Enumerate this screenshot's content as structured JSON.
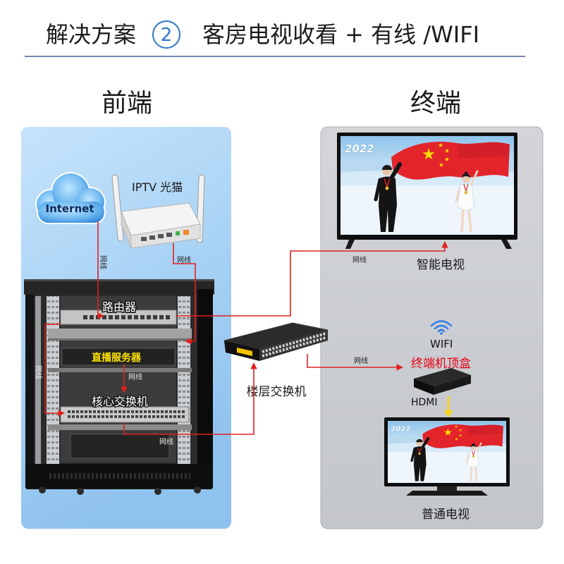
{
  "title": {
    "prefix": "解决方案",
    "number": "2",
    "suffix": "客房电视收看 + 有线 /WIFI"
  },
  "sections": {
    "front": "前端",
    "terminal": "终端"
  },
  "front_end": {
    "internet": "Internet",
    "modem": "IPTV 光猫",
    "router": "路由器",
    "live_server": "直播服务器",
    "core_switch": "核心交换机"
  },
  "floor_switch": "楼层交换机",
  "terminal": {
    "smart_tv": "智能电视",
    "wifi": "WIFI",
    "set_top_box": "终端机顶盒",
    "hdmi": "HDMI",
    "regular_tv": "普通电视",
    "tv_screen_year": "2022"
  },
  "cables": {
    "internet_to_router": "网线",
    "modem_to_router": "网线",
    "router_to_core_switch": "网线",
    "server_to_core_switch": "网线",
    "core_to_floor_switch": "网线",
    "router_to_smart_tv": "网线",
    "floor_switch_to_stb": "网线"
  },
  "colors": {
    "cable": "#e02020",
    "title_underline": "#4a5f9e",
    "circled_number": "#2f77c9",
    "server_label": "#ffe400",
    "stb_label": "#e60012",
    "hdmi_arrow": "#f4d21f",
    "front_panel": "#a9d3f5",
    "terminal_panel": "#c9ccd1"
  }
}
